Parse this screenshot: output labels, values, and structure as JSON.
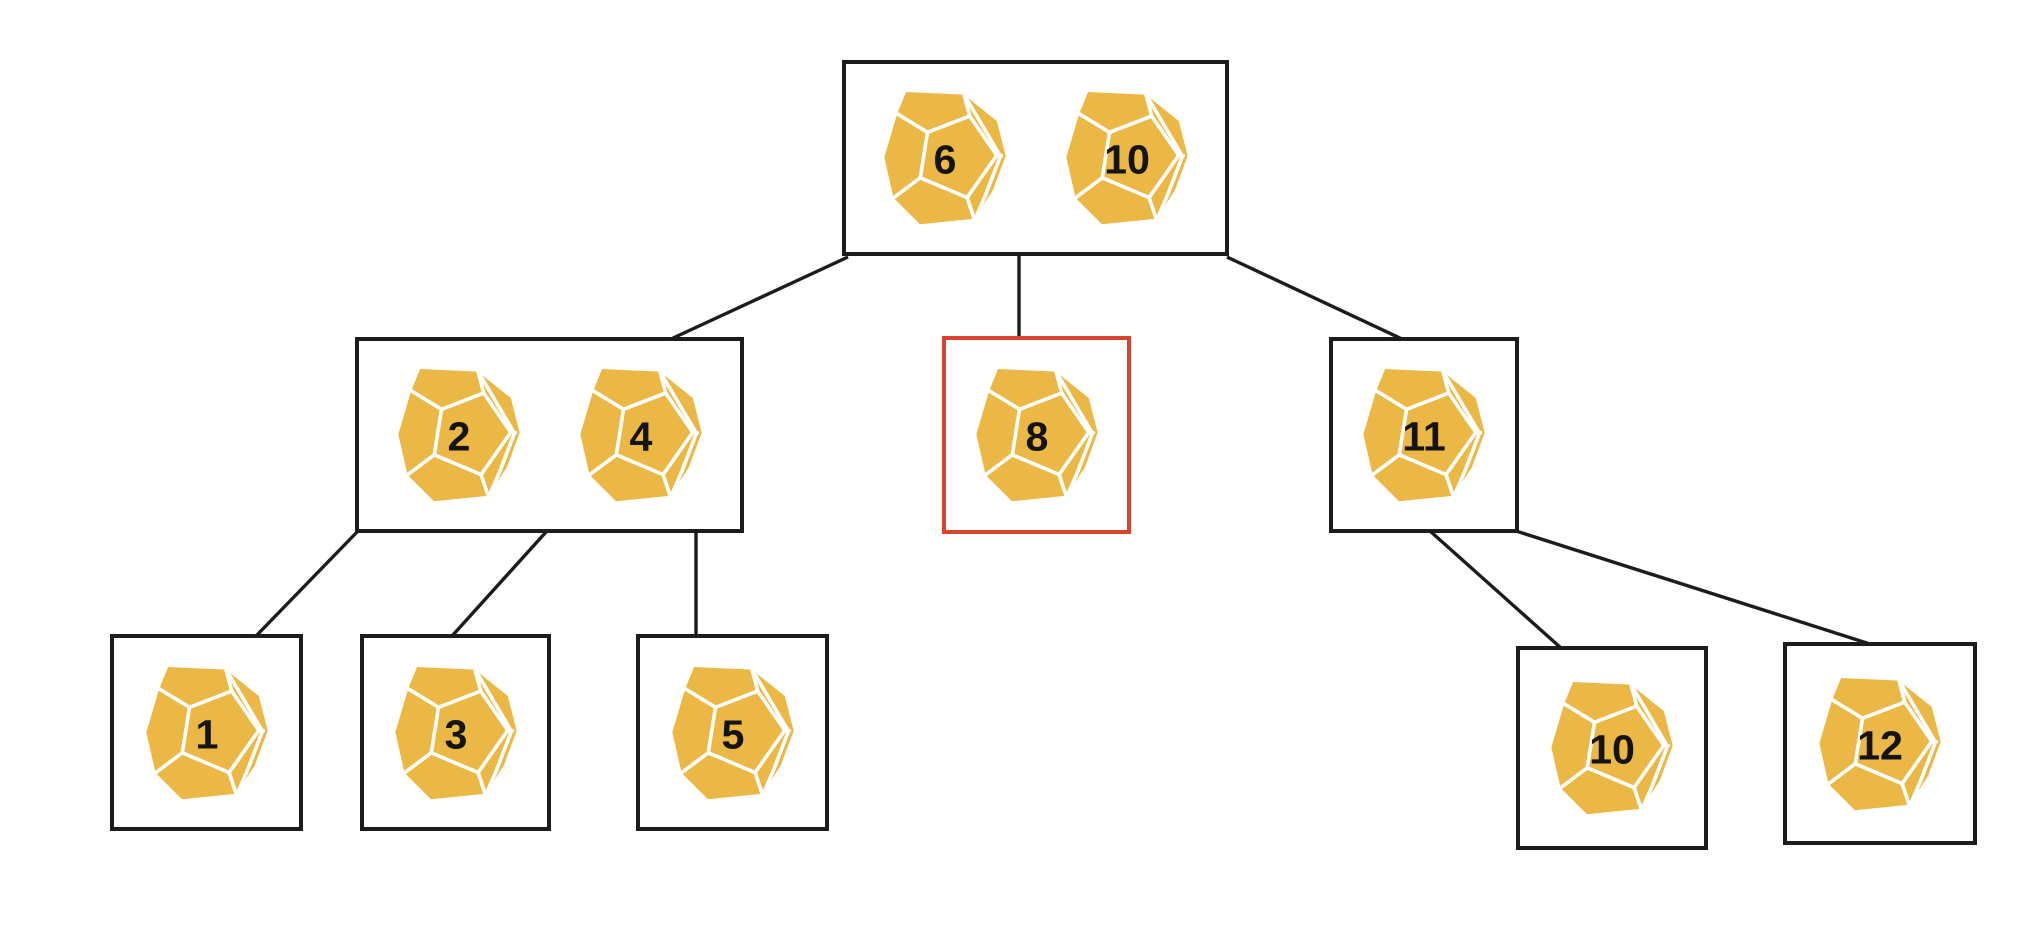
{
  "colors": {
    "background": "#ffffff",
    "die_fill": "#ecb845",
    "die_line": "#ffffff",
    "number": "#141414",
    "box_border": "#1c1c1c",
    "highlight": "#d6442f",
    "edge": "#1c1c1c"
  },
  "tree": {
    "icon": "d12-dodecahedron-die",
    "nodes": [
      {
        "id": "node-6-10",
        "level": 0,
        "dice": [
          "6",
          "10"
        ],
        "highlighted": false
      },
      {
        "id": "node-2-4",
        "level": 1,
        "dice": [
          "2",
          "4"
        ],
        "highlighted": false
      },
      {
        "id": "node-8",
        "level": 1,
        "dice": [
          "8"
        ],
        "highlighted": true
      },
      {
        "id": "node-11",
        "level": 1,
        "dice": [
          "11"
        ],
        "highlighted": false
      },
      {
        "id": "leaf-1",
        "level": 2,
        "dice": [
          "1"
        ],
        "highlighted": false
      },
      {
        "id": "leaf-3",
        "level": 2,
        "dice": [
          "3"
        ],
        "highlighted": false
      },
      {
        "id": "leaf-5",
        "level": 2,
        "dice": [
          "5"
        ],
        "highlighted": false
      },
      {
        "id": "leaf-10",
        "level": 2,
        "dice": [
          "10"
        ],
        "highlighted": false
      },
      {
        "id": "leaf-12",
        "level": 2,
        "dice": [
          "12"
        ],
        "highlighted": false
      }
    ],
    "edges": [
      {
        "from": "node-6-10",
        "to": "node-2-4"
      },
      {
        "from": "node-6-10",
        "to": "node-8"
      },
      {
        "from": "node-6-10",
        "to": "node-11"
      },
      {
        "from": "node-2-4",
        "to": "leaf-1"
      },
      {
        "from": "node-2-4",
        "to": "leaf-3"
      },
      {
        "from": "node-2-4",
        "to": "leaf-5"
      },
      {
        "from": "node-11",
        "to": "leaf-10"
      },
      {
        "from": "node-11",
        "to": "leaf-12"
      }
    ]
  }
}
